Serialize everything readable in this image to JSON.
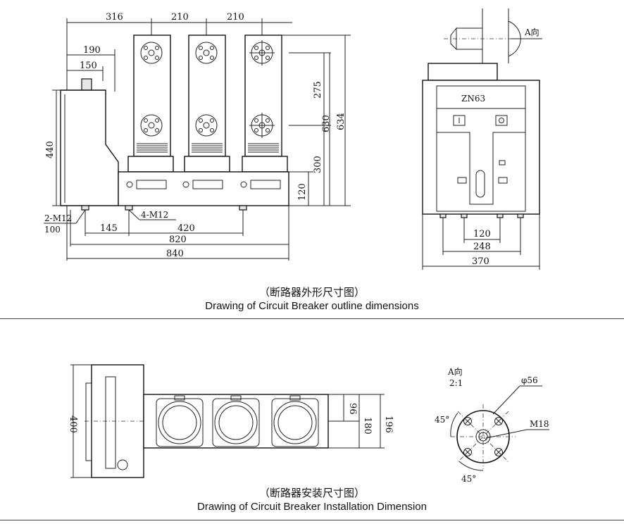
{
  "top_drawing": {
    "dims_top": [
      "316",
      "210",
      "210"
    ],
    "dims_left": [
      "190",
      "150",
      "440"
    ],
    "dims_right": [
      "275",
      "630",
      "634",
      "300",
      "120"
    ],
    "dims_bottom": [
      "145",
      "420",
      "820",
      "840"
    ],
    "bolt_labels": [
      "2-M12",
      "100",
      "4-M12"
    ]
  },
  "side_view": {
    "model": "ZN63",
    "view_label": "A向",
    "dims": [
      "120",
      "248",
      "370"
    ]
  },
  "captions": {
    "outline_cn": "（断路器外形尺寸图）",
    "outline_en": "Drawing of Circuit Breaker outline dimensions",
    "install_cn": "（断路器安装尺寸图）",
    "install_en": "Drawing of Circuit Breaker Installation Dimension"
  },
  "install_drawing": {
    "dim_left": "400",
    "dims_right": [
      "96",
      "180",
      "196"
    ]
  },
  "detail_view": {
    "title": "A向",
    "scale": "2:1",
    "diameter": "φ56",
    "thread": "M18",
    "angle_top": "45°",
    "angle_bottom": "45°"
  }
}
